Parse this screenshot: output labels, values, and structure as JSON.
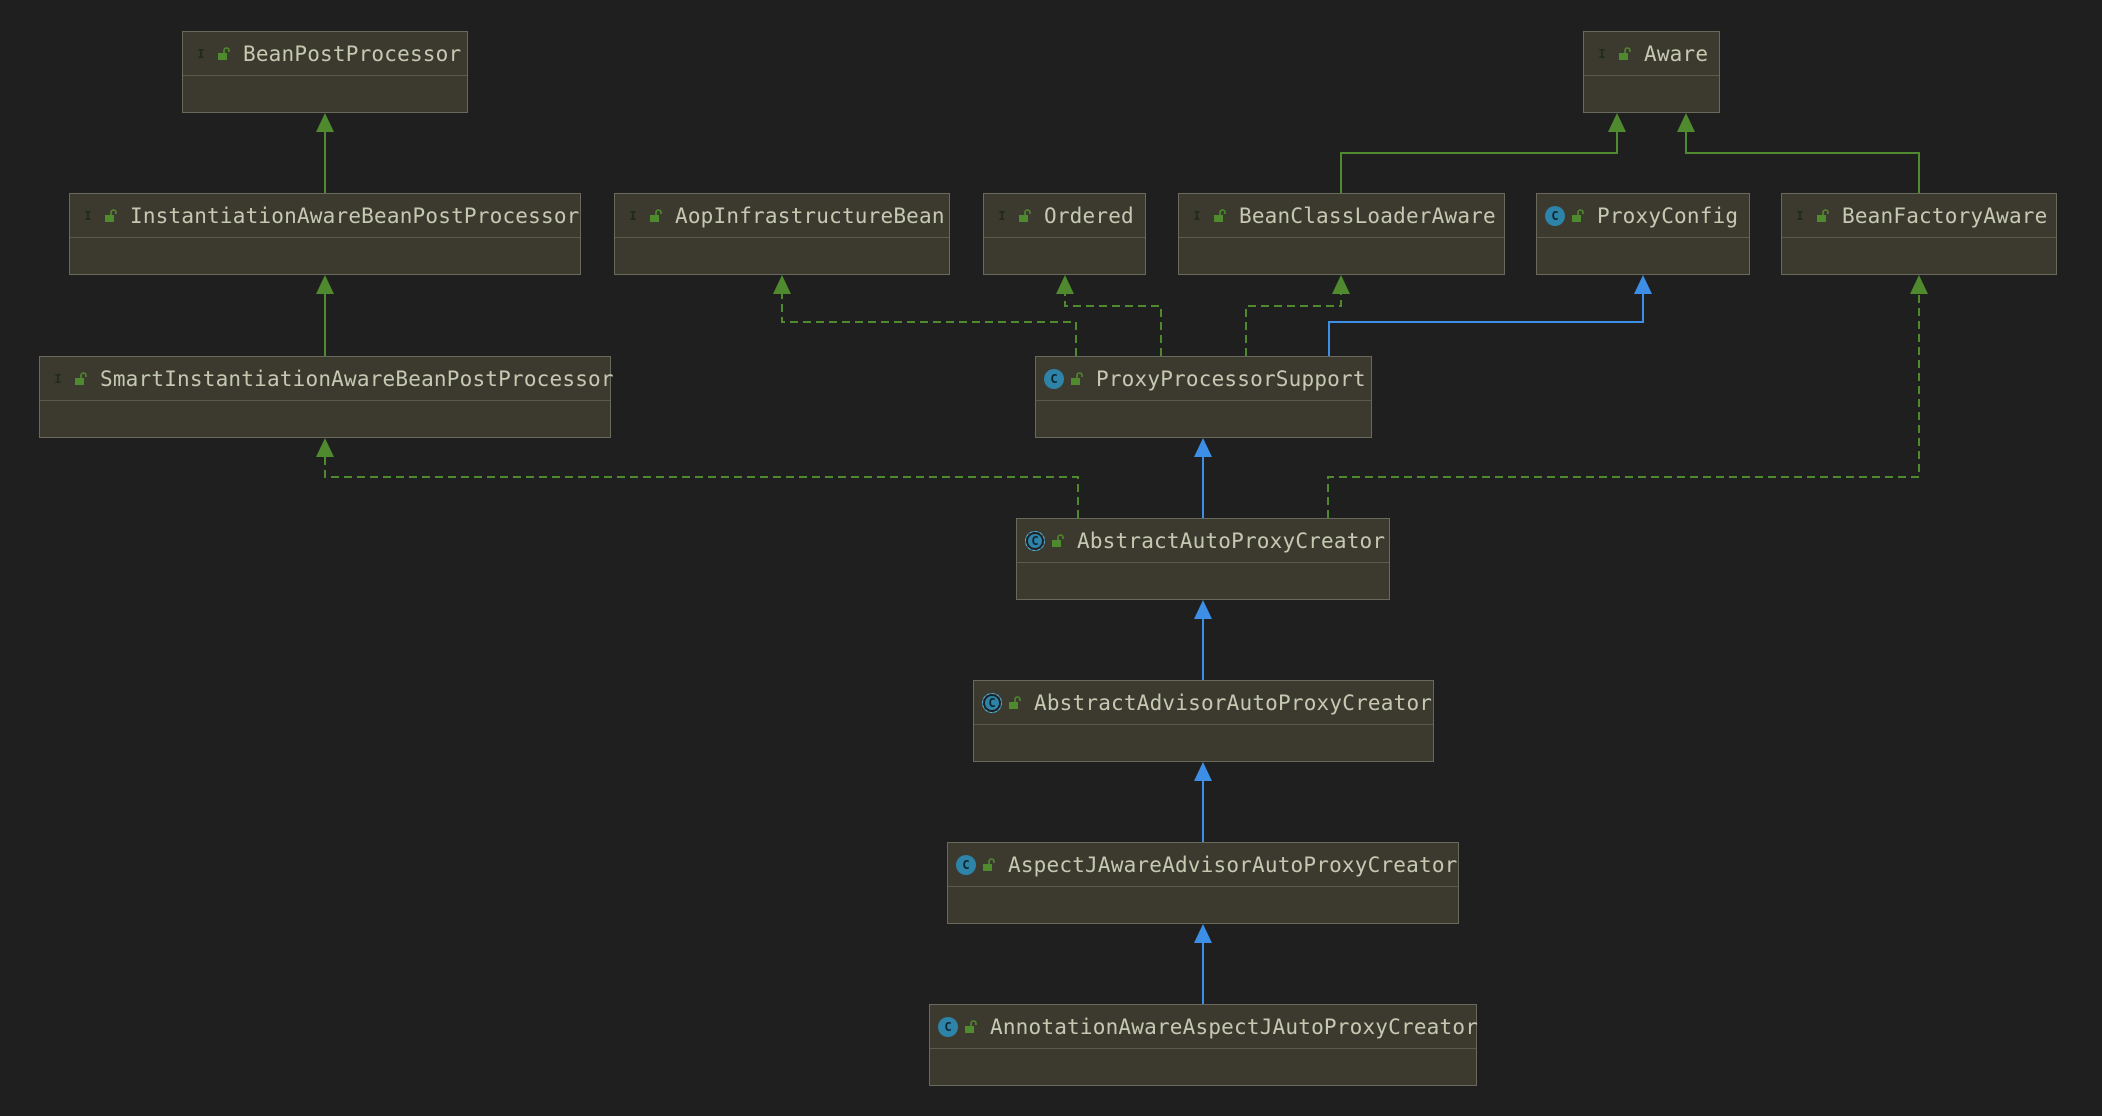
{
  "nodes": {
    "bean_post_processor": {
      "name": "BeanPostProcessor",
      "kind": "interface",
      "badge": "I"
    },
    "aware": {
      "name": "Aware",
      "kind": "interface",
      "badge": "I"
    },
    "instantiation_aware_bpp": {
      "name": "InstantiationAwareBeanPostProcessor",
      "kind": "interface",
      "badge": "I"
    },
    "aop_infrastructure_bean": {
      "name": "AopInfrastructureBean",
      "kind": "interface",
      "badge": "I"
    },
    "ordered": {
      "name": "Ordered",
      "kind": "interface",
      "badge": "I"
    },
    "bean_class_loader_aware": {
      "name": "BeanClassLoaderAware",
      "kind": "interface",
      "badge": "I"
    },
    "proxy_config": {
      "name": "ProxyConfig",
      "kind": "class",
      "badge": "C"
    },
    "bean_factory_aware": {
      "name": "BeanFactoryAware",
      "kind": "interface",
      "badge": "I"
    },
    "smart_instantiation_aware_bpp": {
      "name": "SmartInstantiationAwareBeanPostProcessor",
      "kind": "interface",
      "badge": "I"
    },
    "proxy_processor_support": {
      "name": "ProxyProcessorSupport",
      "kind": "class",
      "badge": "C"
    },
    "abstract_auto_proxy_creator": {
      "name": "AbstractAutoProxyCreator",
      "kind": "abstract",
      "badge": "C"
    },
    "abstract_advisor_auto_proxy_creator": {
      "name": "AbstractAdvisorAutoProxyCreator",
      "kind": "abstract",
      "badge": "C"
    },
    "aspectj_aware_advisor_auto_proxy_creator": {
      "name": "AspectJAwareAdvisorAutoProxyCreator",
      "kind": "class",
      "badge": "C"
    },
    "annotation_aware_aspectj_auto_proxy_creator": {
      "name": "AnnotationAwareAspectJAutoProxyCreator",
      "kind": "class",
      "badge": "C"
    }
  },
  "edges": [
    {
      "from": "instantiation_aware_bpp",
      "to": "bean_post_processor",
      "type": "extends-interface"
    },
    {
      "from": "smart_instantiation_aware_bpp",
      "to": "instantiation_aware_bpp",
      "type": "extends-interface"
    },
    {
      "from": "bean_class_loader_aware",
      "to": "aware",
      "type": "extends-interface"
    },
    {
      "from": "bean_factory_aware",
      "to": "aware",
      "type": "extends-interface"
    },
    {
      "from": "proxy_processor_support",
      "to": "aop_infrastructure_bean",
      "type": "implements"
    },
    {
      "from": "proxy_processor_support",
      "to": "ordered",
      "type": "implements"
    },
    {
      "from": "proxy_processor_support",
      "to": "bean_class_loader_aware",
      "type": "implements"
    },
    {
      "from": "proxy_processor_support",
      "to": "proxy_config",
      "type": "extends-class"
    },
    {
      "from": "abstract_auto_proxy_creator",
      "to": "smart_instantiation_aware_bpp",
      "type": "implements"
    },
    {
      "from": "abstract_auto_proxy_creator",
      "to": "proxy_processor_support",
      "type": "extends-class"
    },
    {
      "from": "abstract_auto_proxy_creator",
      "to": "bean_factory_aware",
      "type": "implements"
    },
    {
      "from": "abstract_advisor_auto_proxy_creator",
      "to": "abstract_auto_proxy_creator",
      "type": "extends-class"
    },
    {
      "from": "aspectj_aware_advisor_auto_proxy_creator",
      "to": "abstract_advisor_auto_proxy_creator",
      "type": "extends-class"
    },
    {
      "from": "annotation_aware_aspectj_auto_proxy_creator",
      "to": "aspectj_aware_advisor_auto_proxy_creator",
      "type": "extends-class"
    }
  ],
  "colors": {
    "background": "#1f1f1f",
    "node_fill": "#3c3a2f",
    "interface_edge": "#4f8a2e",
    "class_edge": "#3d8ee6"
  }
}
